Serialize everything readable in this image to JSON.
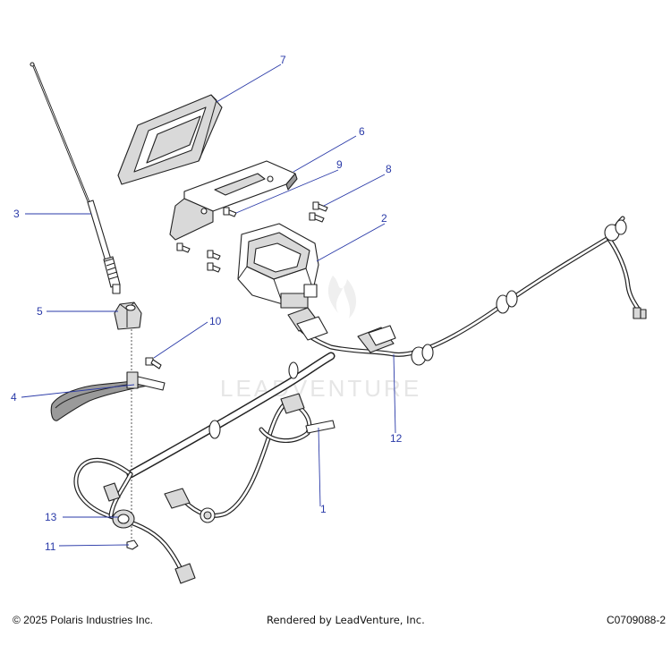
{
  "callouts": [
    {
      "label": "1"
    },
    {
      "label": "2"
    },
    {
      "label": "3"
    },
    {
      "label": "4"
    },
    {
      "label": "5"
    },
    {
      "label": "6"
    },
    {
      "label": "7"
    },
    {
      "label": "8"
    },
    {
      "label": "9"
    },
    {
      "label": "10"
    },
    {
      "label": "11"
    },
    {
      "label": "12"
    },
    {
      "label": "13"
    }
  ],
  "watermark": "LEADVENTURE",
  "footer": {
    "copyright": "© 2025 Polaris Industries Inc.",
    "rendered_by": "Rendered by LeadVenture, Inc.",
    "diagram_code": "C0709088-2"
  },
  "colors": {
    "callout": "#2a3aa8",
    "line_art": "#222222",
    "watermark": "#e6e6e6"
  }
}
